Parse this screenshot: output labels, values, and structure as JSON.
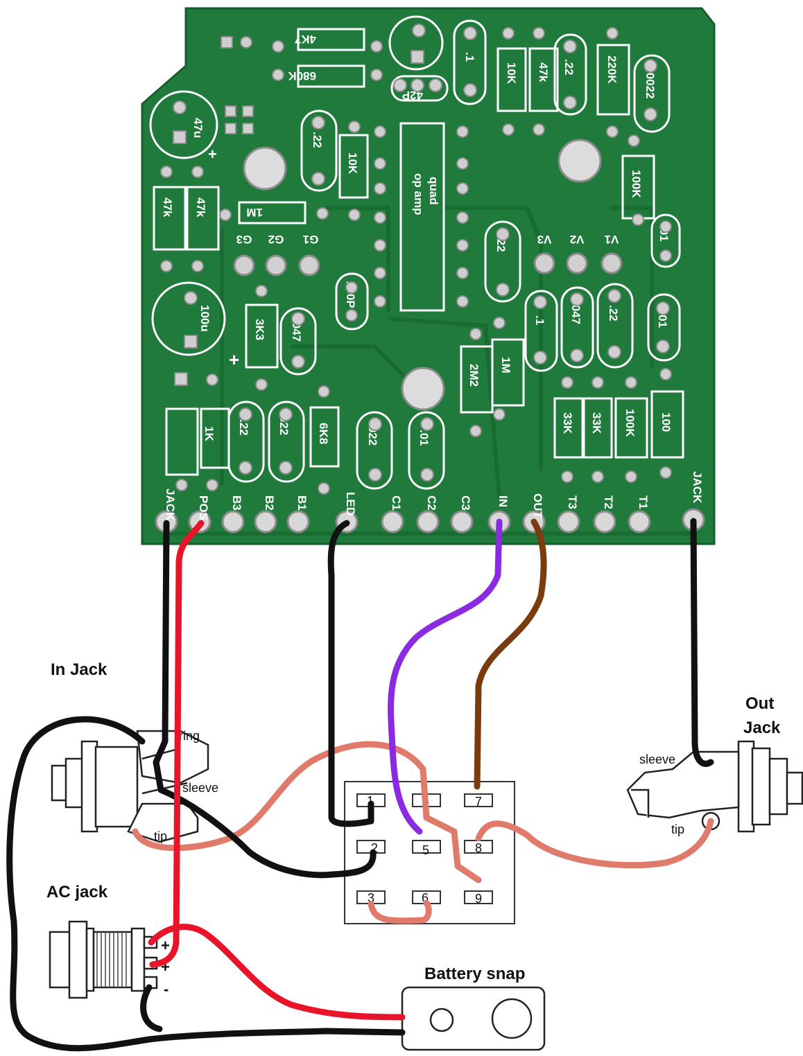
{
  "colors": {
    "pcb": "#1f7a3c",
    "pcb_dark": "#166a31",
    "silk": "#ffffff",
    "pad": "#c9c9c9",
    "wire_black": "#111111",
    "wire_red": "#e8142a",
    "wire_purple": "#8a2be2",
    "wire_brown": "#7a3b0f",
    "wire_salmon": "#e07a6a"
  },
  "pcb": {
    "pad_labels": [
      "JACK",
      "POS",
      "B3",
      "B2",
      "B1",
      "LED",
      "C1",
      "C2",
      "C3",
      "IN",
      "OUT",
      "T3",
      "T2",
      "T1",
      "JACK"
    ],
    "ground_labels": [
      "G3",
      "G2",
      "G1"
    ],
    "volume_labels": [
      "V3",
      "V2",
      "V1"
    ],
    "ic_label_1": "quad",
    "ic_label_2": "op amp",
    "components": [
      "4K7",
      "680K",
      ".1",
      "10K",
      "47k",
      ".22",
      "220K",
      ".0022",
      "47u",
      ".22",
      "10K",
      "100K",
      "47k",
      "47k",
      "1M",
      ".01",
      "42P",
      ".22",
      "100u",
      "3K3",
      ".047",
      "100P",
      ".1",
      ".047",
      ".22",
      ".001",
      "2M2",
      "1M",
      "1K",
      ".22",
      ".022",
      "6K8",
      ".022",
      ".01",
      "33K",
      "33K",
      "100K",
      "100"
    ]
  },
  "labels": {
    "in_jack": "In Jack",
    "out_jack_line1": "Out",
    "out_jack_line2": "Jack",
    "ac_jack": "AC jack",
    "battery_snap": "Battery snap",
    "ring": "ring",
    "sleeve_in": "sleeve",
    "tip_in": "tip",
    "sleeve_out": "sleeve",
    "tip_out": "tip",
    "plus1": "+",
    "plus2": "+",
    "minus": "-"
  },
  "switch_pins": [
    "1",
    "4",
    "7",
    "2",
    "5",
    "8",
    "3",
    "6",
    "9"
  ]
}
